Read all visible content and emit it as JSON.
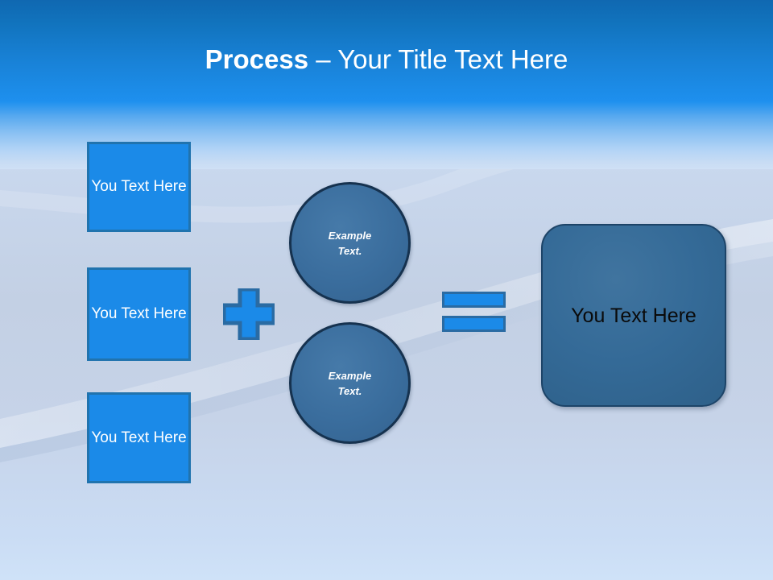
{
  "slide": {
    "title": {
      "strong": "Process",
      "light": " – Your Title Text Here"
    },
    "background": {
      "header_top_color": "#1068b1",
      "header_bottom_color": "#1e90ef",
      "body_color": "#c6d4ea"
    }
  },
  "inputs": {
    "items": [
      {
        "label": "You Text Here"
      },
      {
        "label": "You Text Here"
      },
      {
        "label": "You Text Here"
      }
    ],
    "fill_color": "#1b8ae8",
    "border_color": "#2073ae",
    "text_color": "#ffffff"
  },
  "operators": {
    "plus": {
      "symbol": "+",
      "name": "plus-sign",
      "fill_color": "#1b8ae8",
      "border_color": "#2a6ba3"
    },
    "equals": {
      "symbol": "=",
      "name": "equals-sign",
      "fill_color": "#1b8ae8",
      "border_color": "#2a6ba3"
    }
  },
  "circles": {
    "items": [
      {
        "line1": "Example",
        "line2": "Text."
      },
      {
        "line1": "Example",
        "line2": "Text."
      }
    ],
    "fill_color": "#3a6d9d",
    "border_color": "#16324f",
    "text_color": "#ffffff"
  },
  "result": {
    "label": "You Text Here",
    "fill_color": "#346a97",
    "border_color": "#1d4468",
    "text_color": "#0a0a0a"
  }
}
